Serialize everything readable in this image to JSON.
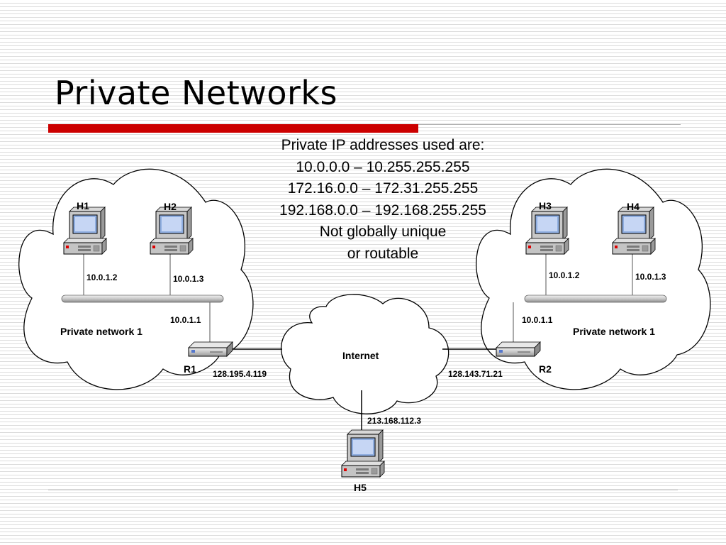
{
  "title": "Private Networks",
  "info_lines": [
    "Private IP addresses used are:",
    "10.0.0.0 – 10.255.255.255",
    "172.16.0.0 – 172.31.255.255",
    "192.168.0.0 – 192.168.255.255",
    "Not globally unique",
    "or routable"
  ],
  "hosts": {
    "h1": {
      "name": "H1",
      "ip": "10.0.1.2"
    },
    "h2": {
      "name": "H2",
      "ip": "10.0.1.3"
    },
    "h3": {
      "name": "H3",
      "ip": "10.0.1.2"
    },
    "h4": {
      "name": "H4",
      "ip": "10.0.1.3"
    },
    "h5": {
      "name": "H5",
      "ip": "213.168.112.3"
    }
  },
  "routers": {
    "r1": {
      "name": "R1",
      "inside_ip": "10.0.1.1",
      "outside_ip": "128.195.4.119"
    },
    "r2": {
      "name": "R2",
      "inside_ip": "10.0.1.1",
      "outside_ip": "128.143.71.21"
    }
  },
  "clouds": {
    "left": "Private network 1",
    "right": "Private network 1",
    "internet": "Internet"
  }
}
